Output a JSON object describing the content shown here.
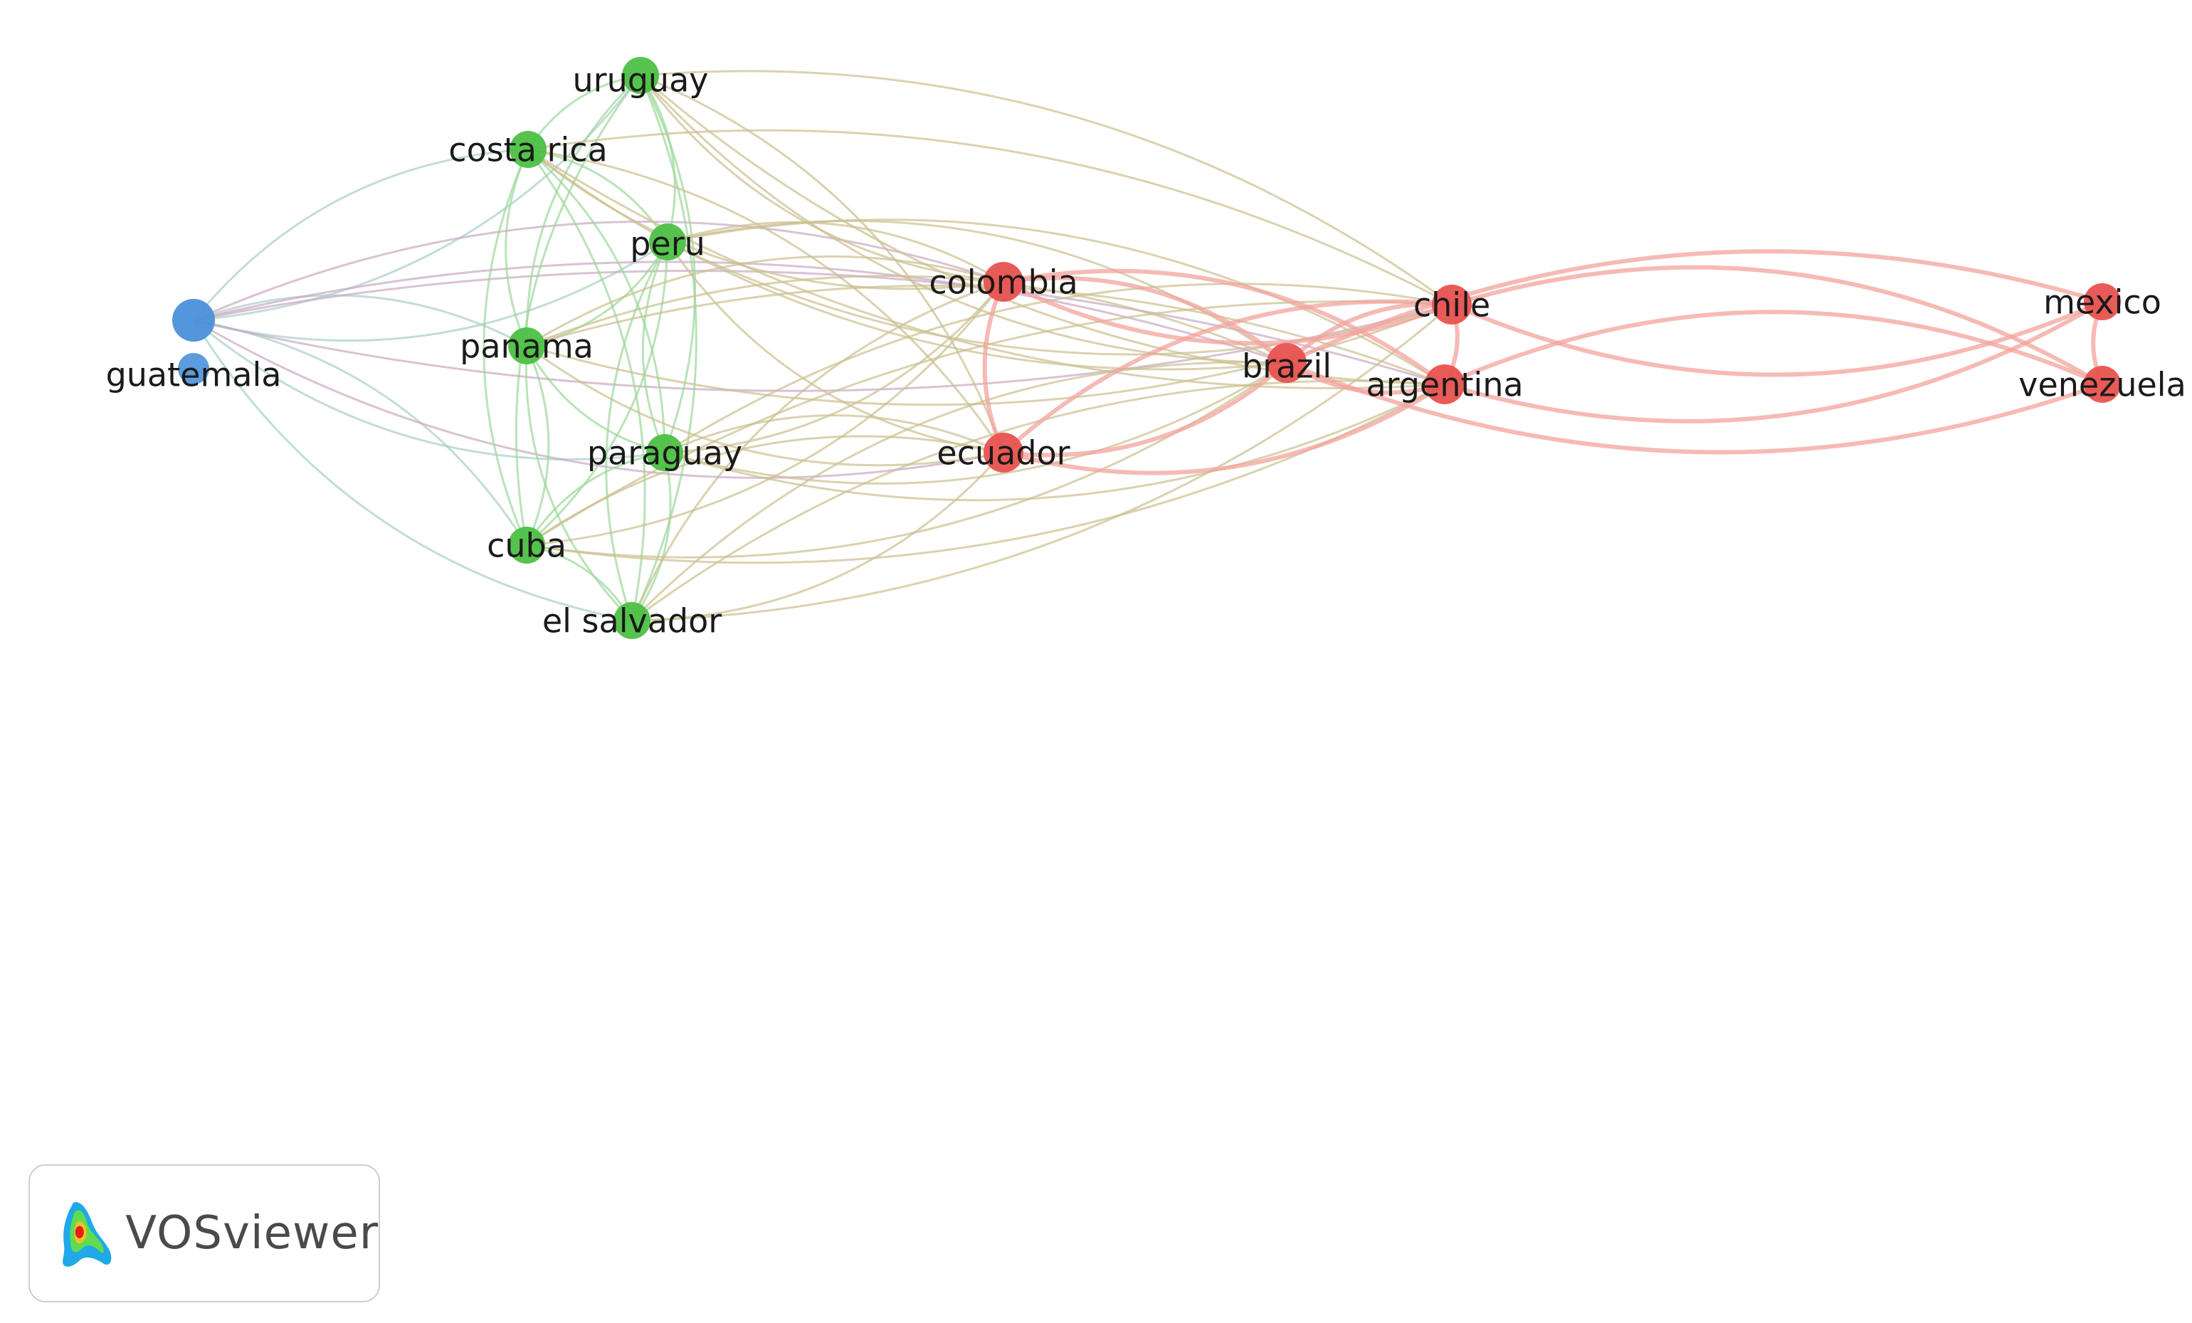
{
  "network": {
    "clusters": [
      {
        "id": 1,
        "color": "#e8524f",
        "edge_color": "#f3a39c"
      },
      {
        "id": 2,
        "color": "#4cc043",
        "edge_color": "#9bd79a"
      },
      {
        "id": 3,
        "color": "#4a90d9",
        "edge_color": "#9fc3e9"
      }
    ],
    "nodes": [
      {
        "id": "guatemala",
        "label": "guatemala",
        "cluster": 3
      },
      {
        "id": "uruguay",
        "label": "uruguay",
        "cluster": 2
      },
      {
        "id": "costa-rica",
        "label": "costa rica",
        "cluster": 2
      },
      {
        "id": "peru",
        "label": "peru",
        "cluster": 2
      },
      {
        "id": "panama",
        "label": "panama",
        "cluster": 2
      },
      {
        "id": "paraguay",
        "label": "paraguay",
        "cluster": 2
      },
      {
        "id": "cuba",
        "label": "cuba",
        "cluster": 2
      },
      {
        "id": "el-salvador",
        "label": "el salvador",
        "cluster": 2
      },
      {
        "id": "colombia",
        "label": "colombia",
        "cluster": 1
      },
      {
        "id": "ecuador",
        "label": "ecuador",
        "cluster": 1
      },
      {
        "id": "brazil",
        "label": "brazil",
        "cluster": 1
      },
      {
        "id": "chile",
        "label": "chile",
        "cluster": 1
      },
      {
        "id": "argentina",
        "label": "argentina",
        "cluster": 1
      },
      {
        "id": "mexico",
        "label": "mexico",
        "cluster": 1
      },
      {
        "id": "venezuela",
        "label": "venezuela",
        "cluster": 1
      }
    ]
  },
  "badge": {
    "text": "VOSviewer",
    "icon": "vosviewer-logo-icon"
  }
}
